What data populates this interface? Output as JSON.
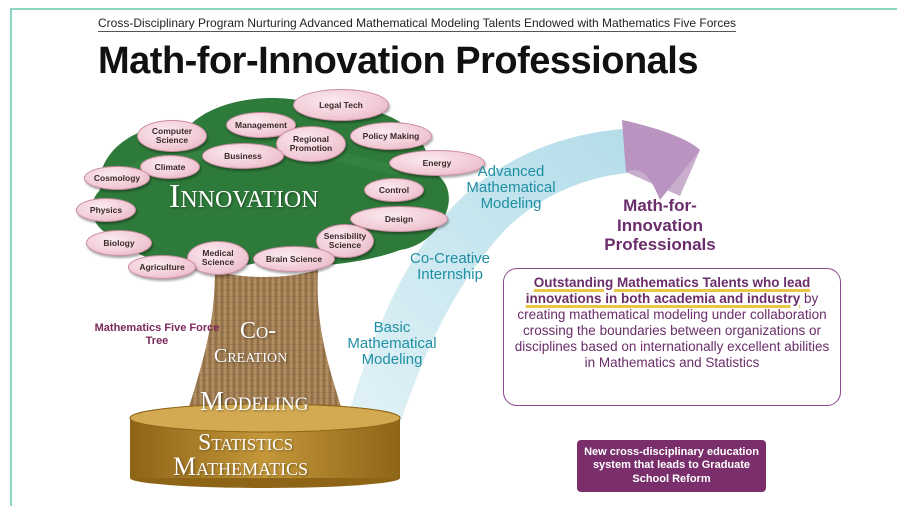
{
  "header": {
    "subtitle": "Cross-Disciplinary Program Nurturing Advanced Mathematical Modeling Talents Endowed with Mathematics Five Forces",
    "title": "Math-for-Innovation Professionals"
  },
  "tree": {
    "innovation": "Innovation",
    "co": "Co-",
    "creation": "Creation",
    "modeling": "Modeling",
    "statistics": "Statistics",
    "mathematics": "Mathematics",
    "caption": "Mathematics Five Force Tree"
  },
  "bubbles": [
    {
      "name": "legal-tech",
      "label": "Legal Tech"
    },
    {
      "name": "management",
      "label": "Management"
    },
    {
      "name": "computer-science",
      "label": "Computer Science"
    },
    {
      "name": "regional-promotion",
      "label": "Regional Promotion"
    },
    {
      "name": "policy-making",
      "label": "Policy Making"
    },
    {
      "name": "business",
      "label": "Business"
    },
    {
      "name": "climate",
      "label": "Climate"
    },
    {
      "name": "energy",
      "label": "Energy"
    },
    {
      "name": "cosmology",
      "label": "Cosmology"
    },
    {
      "name": "control",
      "label": "Control"
    },
    {
      "name": "physics",
      "label": "Physics"
    },
    {
      "name": "design",
      "label": "Design"
    },
    {
      "name": "sensibility-science",
      "label": "Sensibility Science"
    },
    {
      "name": "biology",
      "label": "Biology"
    },
    {
      "name": "medical-science",
      "label": "Medical Science"
    },
    {
      "name": "brain-science",
      "label": "Brain Science"
    },
    {
      "name": "agriculture",
      "label": "Agriculture"
    }
  ],
  "stages": {
    "advanced": "Advanced Mathematical Modeling",
    "internship": "Co-Creative Internship",
    "basic": "Basic Mathematical Modeling"
  },
  "outcome": {
    "title": "Math-for- Innovation Professionals",
    "highlight": "Outstanding Mathematics Talents who lead innovations in both academia and industry",
    "description": " by creating mathematical modeling under collaboration crossing the boundaries between organizations or disciplines based on internationally excellent abilities in Mathematics and Statistics",
    "reform": "New cross-disciplinary education system that leads to Graduate School Reform"
  },
  "colors": {
    "canopy": "#2e7a3a",
    "trunk": "#a98559",
    "base": "#b8862c",
    "arrow": "#aedcea",
    "accent_purple": "#7a2f6c",
    "teal_text": "#1f8fa3"
  }
}
